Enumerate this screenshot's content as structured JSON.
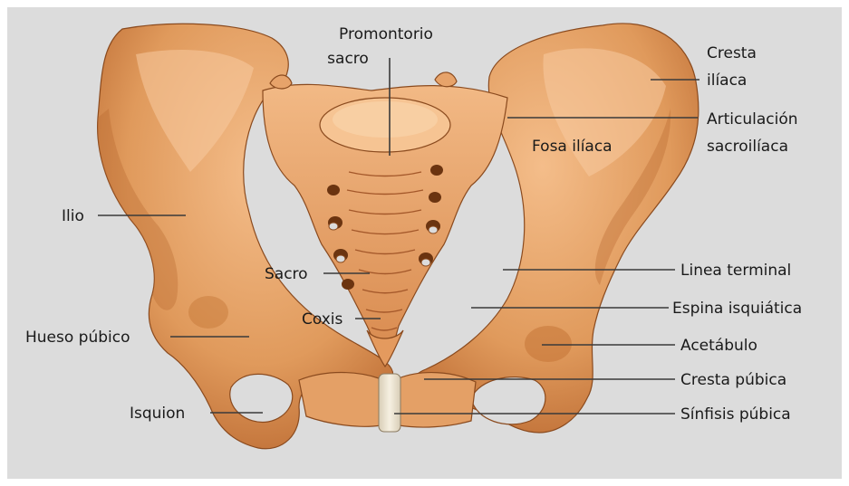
{
  "labels": {
    "promontorio_line1": "Promontorio",
    "promontorio_line2": "sacro",
    "cresta_iliaca_line1": "Cresta",
    "cresta_iliaca_line2": "ilíaca",
    "articulacion_line1": "Articulación",
    "articulacion_line2": "sacroilíaca",
    "fosa_iliaca": "Fosa ilíaca",
    "ilio": "Ilio",
    "sacro": "Sacro",
    "coxis": "Coxis",
    "hueso_pubico": "Hueso púbico",
    "isquion": "Isquion",
    "linea_terminal": "Linea terminal",
    "espina_isquiatica": "Espina isquiática",
    "acetabulo": "Acetábulo",
    "cresta_pubica": "Cresta púbica",
    "sinfisis_pubica": "Sínfisis púbica"
  },
  "colors": {
    "background": "#dcdcdc",
    "bone_light": "#f0b07a",
    "bone_mid": "#d98a4c",
    "bone_dark": "#a85a26",
    "shadow": "#7a3a14",
    "cartilage": "#efe8d8",
    "leader_line": "#3a3a3a",
    "label_text": "#1a1a1a"
  }
}
